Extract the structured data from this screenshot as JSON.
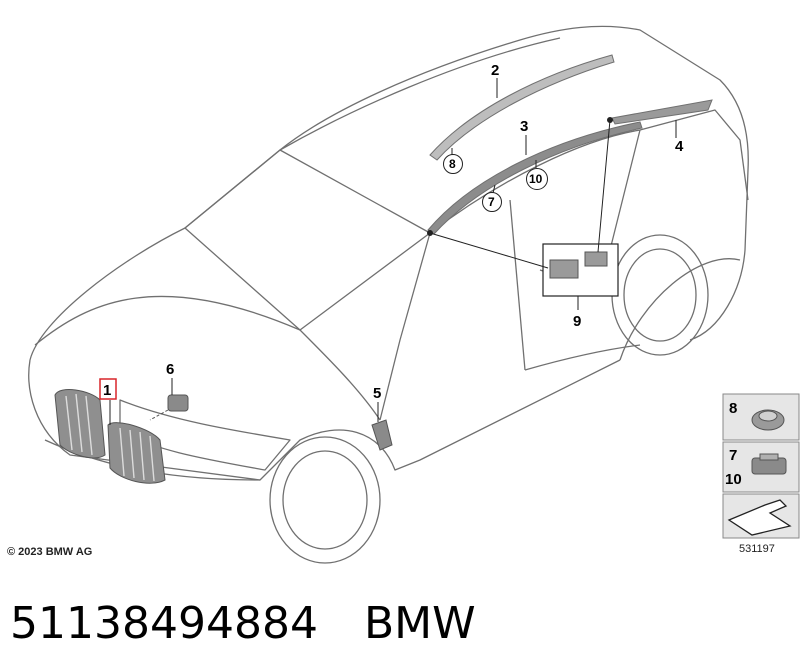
{
  "callouts": {
    "c1": "1",
    "c2": "2",
    "c3": "3",
    "c4": "4",
    "c5": "5",
    "c6": "6",
    "c7": "7",
    "c8": "8",
    "c9": "9",
    "c10": "10"
  },
  "legend": {
    "top_label": "8",
    "mid_label_a": "7",
    "mid_label_b": "10",
    "ref_number": "531197"
  },
  "copyright": "© 2023 BMW AG",
  "caption": {
    "part_number": "51138494884",
    "brand": "BMW"
  },
  "colors": {
    "line": "#6b6b6b",
    "part_fill": "#9a9a9a",
    "highlight_box": "#d9252a",
    "legend_bg": "#e6e6e6"
  },
  "icons": [
    "nut-icon",
    "clip-icon",
    "arrow-icon"
  ]
}
